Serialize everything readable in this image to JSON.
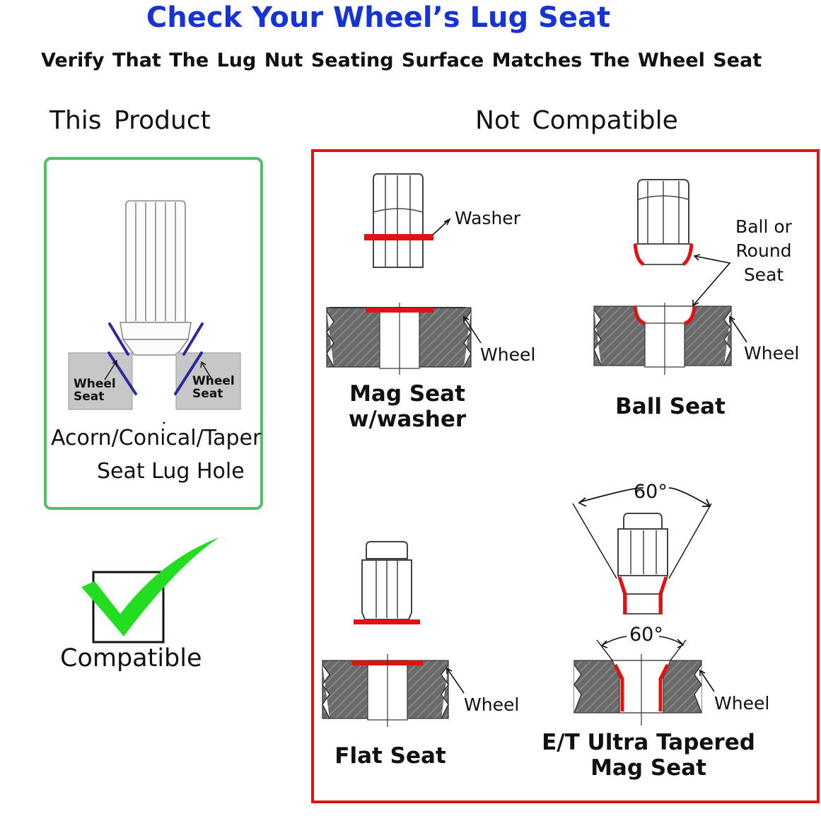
{
  "header": {
    "title": "Check Your Wheel’s  Lug Seat",
    "subtitle": "Verify That The  Lug Nut  Seating Surface Matches The Wheel Seat"
  },
  "product": {
    "heading": "This  Product",
    "wheel_seat_left": [
      "Wheel",
      "Seat"
    ],
    "wheel_seat_right": [
      "Wheel",
      "Seat"
    ],
    "caption_line1": "Acorn/Conical/Taper",
    "caption_line2": "Seat Lug Hole",
    "compatible_label": "Compatible"
  },
  "not_compatible": {
    "heading": "Not  Compatible",
    "mag_seat": {
      "washer_label": "Washer",
      "wheel_label": "Wheel",
      "caption": [
        "Mag Seat",
        "w/washer"
      ]
    },
    "ball_seat": {
      "callout": [
        "Ball or",
        "Round",
        "Seat"
      ],
      "wheel_label": "Wheel",
      "caption": "Ball Seat"
    },
    "flat_seat": {
      "wheel_label": "Wheel",
      "caption": "Flat Seat"
    },
    "et_seat": {
      "angle_top": "60°",
      "angle_bottom": "60°",
      "wheel_label": "Wheel",
      "caption": [
        "E/T Ultra Tapered",
        "Mag Seat"
      ]
    }
  },
  "colors": {
    "title": "#1633d6",
    "compatible_border": "#4fbf6a",
    "incompatible_border": "#e01212",
    "seat_highlight": "#e01212",
    "check": "#22dd22",
    "taper": "#2a2a9c"
  }
}
